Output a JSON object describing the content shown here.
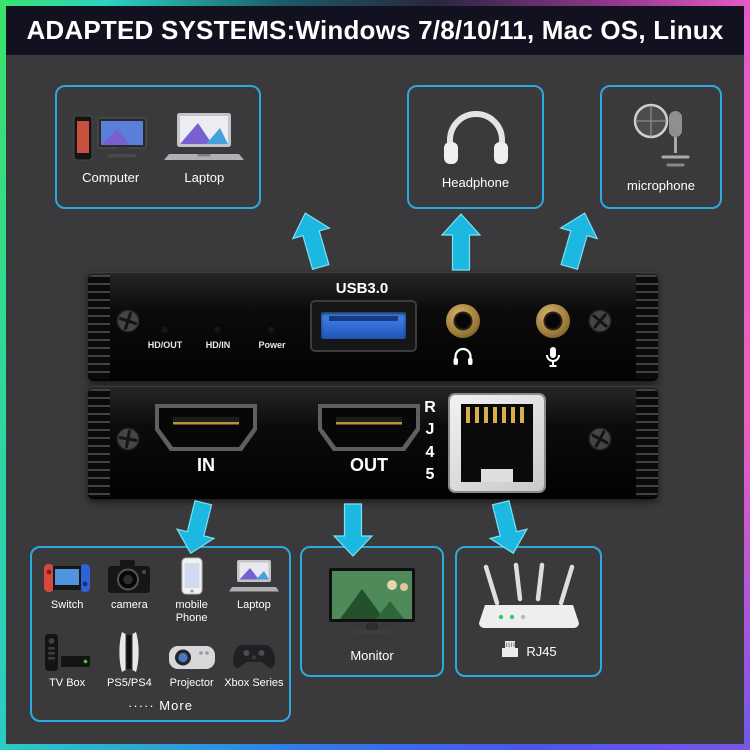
{
  "banner": {
    "text": "ADAPTED SYSTEMS:Windows 7/8/10/11, Mac OS, Linux"
  },
  "colors": {
    "background": "#3a3a3c",
    "banner_background": "#111120",
    "box_border_cyan": "#2fa9dd",
    "arrow_cyan": "#1cb8e2",
    "usb_port_blue": "#3a78dd",
    "audio_jack_brass": "#b08a45",
    "frame_green": "#3ae26a",
    "frame_magenta": "#e55cc9",
    "frame_blue": "#2f7ce8"
  },
  "top_row": {
    "computer": {
      "label": "Computer",
      "icon": "desktop-phone-icon"
    },
    "laptop": {
      "label": "Laptop",
      "icon": "laptop-icon"
    },
    "headphone": {
      "label": "Headphone",
      "icon": "headphone-icon"
    },
    "microphone": {
      "label": "microphone",
      "icon": "studio-mic-icon"
    }
  },
  "device": {
    "top_panel": {
      "usb_label": "USB3.0",
      "leds": [
        "HD/OUT",
        "HD/IN",
        "Power"
      ],
      "jack_icons": [
        "headphone-jack-icon",
        "mic-jack-icon"
      ]
    },
    "bottom_panel": {
      "hdmi_in_label": "IN",
      "hdmi_out_label": "OUT",
      "rj45_label": "RJ45"
    }
  },
  "bottom_row": {
    "sources": {
      "row1": [
        {
          "label": "Switch",
          "icon": "nintendo-switch-icon"
        },
        {
          "label": "camera",
          "icon": "camera-icon"
        },
        {
          "label": "mobile Phone",
          "icon": "mobile-phone-icon"
        },
        {
          "label": "Laptop",
          "icon": "laptop-icon"
        }
      ],
      "row2": [
        {
          "label": "TV Box",
          "icon": "tv-box-icon"
        },
        {
          "label": "PS5/PS4",
          "icon": "playstation-console-icon"
        },
        {
          "label": "Projector",
          "icon": "projector-icon"
        },
        {
          "label": "Xbox Series",
          "icon": "xbox-controller-icon"
        }
      ],
      "more": "····· More"
    },
    "monitor": {
      "label": "Monitor",
      "icon": "monitor-icon"
    },
    "rj45": {
      "label": "RJ45",
      "icon": "wifi-router-icon"
    }
  }
}
